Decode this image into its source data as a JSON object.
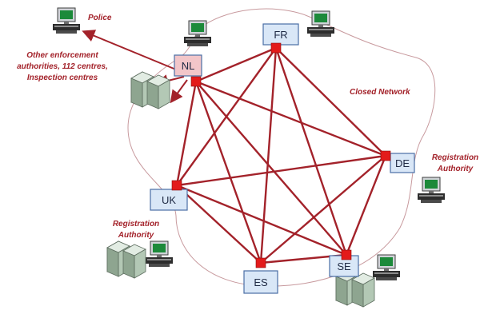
{
  "nodes": {
    "fr": "FR",
    "nl": "NL",
    "de": "DE",
    "uk": "UK",
    "es": "ES",
    "se": "SE"
  },
  "annotations": {
    "police": "Police",
    "enforcement_1": "Other enforcement",
    "enforcement_2": "authorities, 112 centres,",
    "enforcement_3": "Inspection centres",
    "closed_network": "Closed Network",
    "ra_right_1": "Registration",
    "ra_right_2": "Authority",
    "ra_left_1": "Registration",
    "ra_left_2": "Authority"
  },
  "colors": {
    "link": "#a3222a",
    "connector": "#e31b1b",
    "node_fill": "#d9e7f7",
    "node_stroke": "#4a6fa5",
    "boundary": "#c89a9e",
    "text": "#a3222a"
  },
  "icons": [
    "computer-terminal-icon",
    "server-cluster-icon"
  ]
}
